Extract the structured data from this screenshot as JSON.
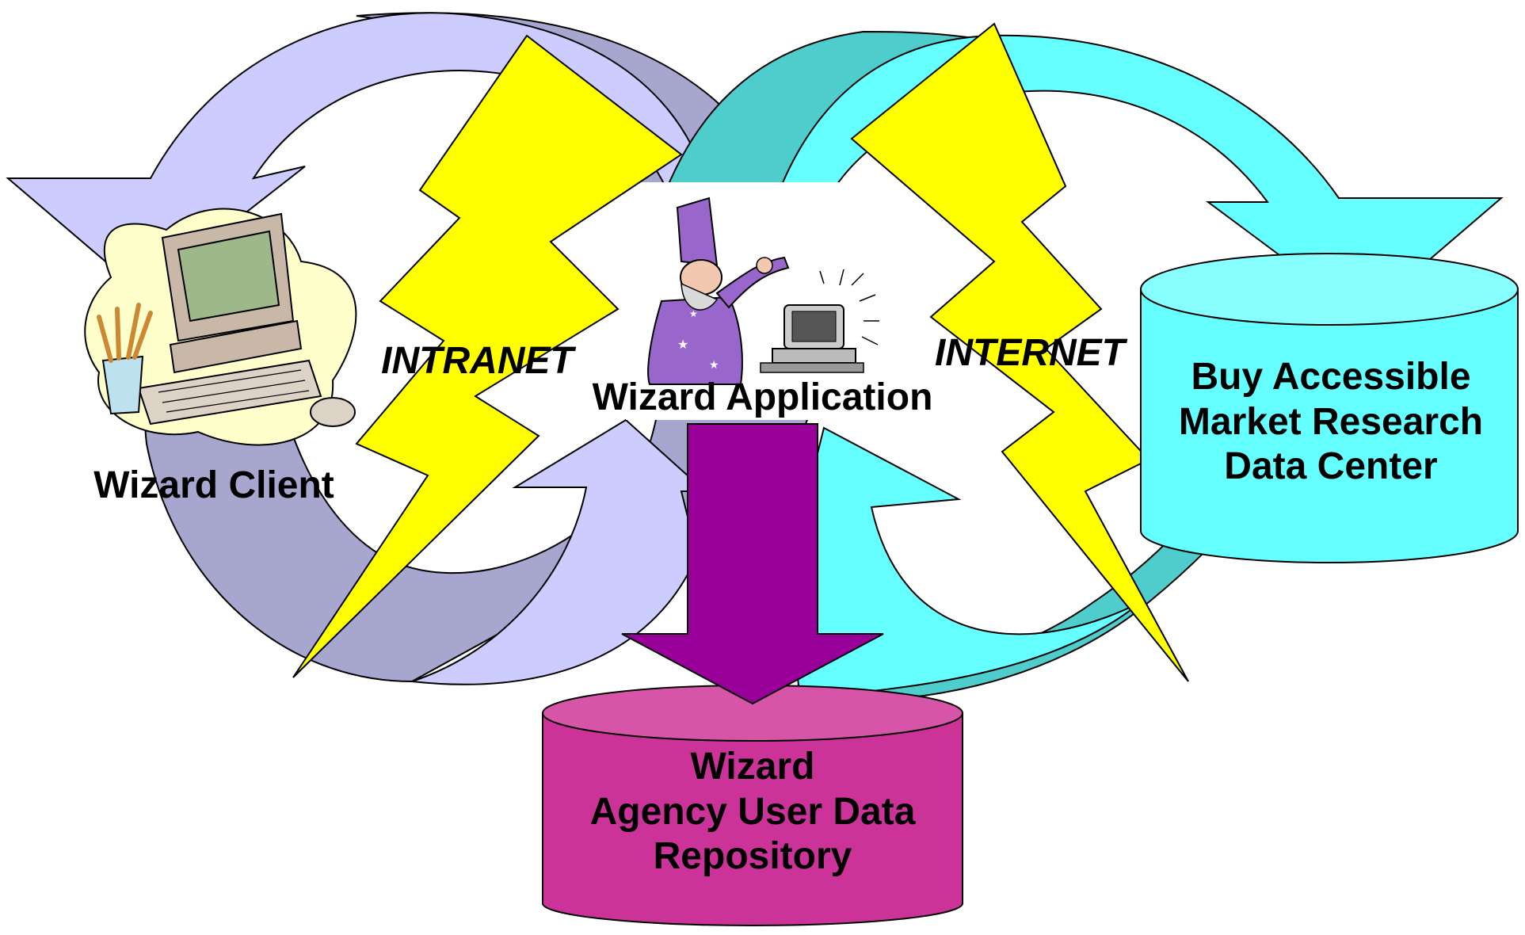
{
  "diagram": {
    "labels": {
      "intranet": "INTRANET",
      "internet": "INTERNET",
      "wizard_client": "Wizard Client",
      "wizard_application": "Wizard Application",
      "data_center": [
        "Buy Accessible",
        "Market Research",
        "Data Center"
      ],
      "repository": [
        "Wizard",
        "Agency User Data",
        "Repository"
      ]
    },
    "icons": {
      "client": "computer-workstation-icon",
      "application": "wizard-with-computer-icon",
      "lightning": "lightning-bolt-icon",
      "database": "database-cylinder-icon",
      "arrow_down": "arrow-down-icon"
    },
    "colors": {
      "intranet_loop_light": "#CCCCFF",
      "intranet_loop_dark": "#A6A6CE",
      "internet_loop_light": "#66FFFF",
      "internet_loop_dark": "#4FCCCC",
      "lightning": "#FFFF00",
      "data_center_cylinder": "#66FFFF",
      "repository_cylinder": "#CC3399",
      "down_arrow": "#990099",
      "client_blob": "#FFFFCC"
    }
  }
}
